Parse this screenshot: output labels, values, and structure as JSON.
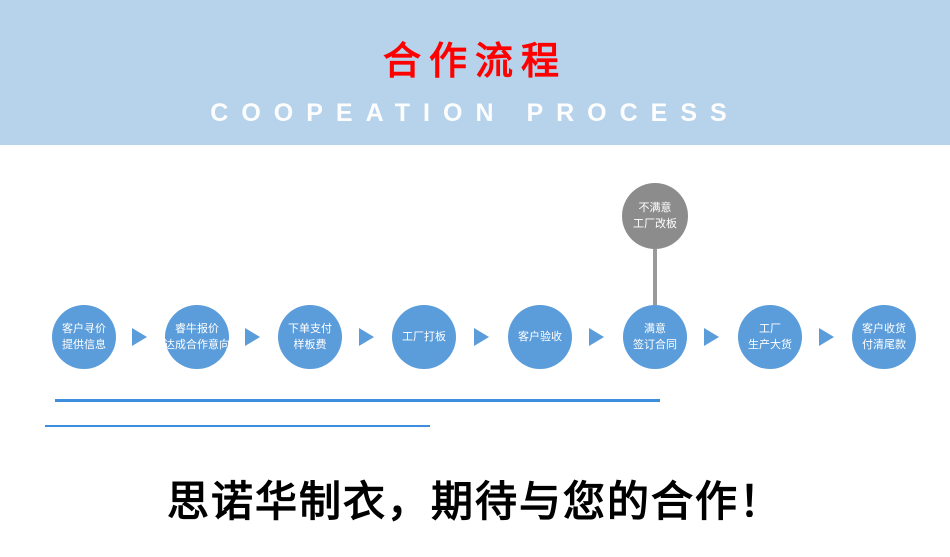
{
  "header": {
    "title": "合作流程",
    "subtitle": "COOPEATION PROCESS",
    "bg_color": "#b6d3eb",
    "title_color": "#ff0000",
    "subtitle_color": "#fdfdfd"
  },
  "flow": {
    "circle_color": "#5b9cda",
    "alt_circle_color": "#8c8c8c",
    "arrow_color": "#5b9cda",
    "divider_color": "#3e8ede",
    "steps": [
      {
        "line1": "客户寻价",
        "line2": "提供信息"
      },
      {
        "line1": "睿牛报价",
        "line2": "达成合作意向"
      },
      {
        "line1": "下单支付",
        "line2": "样板费"
      },
      {
        "line1": "工厂打板"
      },
      {
        "line1": "客户验收"
      },
      {
        "line1": "满意",
        "line2": "签订合同"
      },
      {
        "line1": "工厂",
        "line2": "生产大货"
      },
      {
        "line1": "客户收货",
        "line2": "付清尾款"
      }
    ],
    "alt_step": {
      "line1": "不满意",
      "line2": "工厂改板"
    }
  },
  "footer": {
    "slogan": "思诺华制衣，期待与您的合作！"
  }
}
